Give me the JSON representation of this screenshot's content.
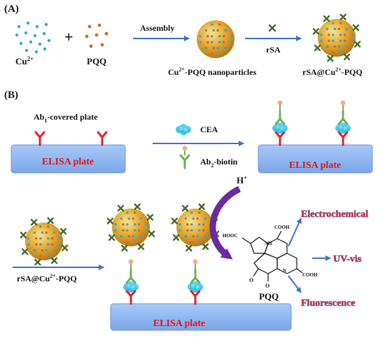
{
  "panel_a": {
    "label": "(A)",
    "cu_label": "Cu",
    "cu_sup": "2+",
    "plus": "+",
    "pqq_label": "PQQ",
    "assembly_label": "Assembly",
    "rsa_label": "rSA",
    "nanoparticle_label_pre": "Cu",
    "nanoparticle_label_sup": "2+",
    "nanoparticle_label_post": "-PQQ nanoparticles",
    "product_label_pre": "rSA@Cu",
    "product_label_sup": "2+",
    "product_label_post": "-PQQ"
  },
  "panel_b": {
    "label": "(B)",
    "plate_title_pre": "Ab",
    "plate_title_sub": "1",
    "plate_title_post": "-covered plate",
    "plate_label": "ELISA plate",
    "cea_label": "CEA",
    "ab2_label_pre": "Ab",
    "ab2_label_sub": "2",
    "ab2_label_post": "-biotin",
    "hplus_pre": "H",
    "hplus_sup": "+",
    "probe_label_pre": "rSA@Cu",
    "probe_label_sup": "2+",
    "probe_label_post": "-PQQ",
    "molecule": {
      "name": "PQQ",
      "hooc": "HOOC",
      "cooh_top": "COOH",
      "cooh_right": "COOH",
      "nh": "NH",
      "n": "N",
      "o1": "O",
      "o2": "O"
    },
    "outputs": [
      "Electrochemical",
      "UV-vis",
      "Fluorescence"
    ]
  },
  "colors": {
    "arrow_blue": "#3b6fd0",
    "plate_fill": "#8fb8f2",
    "plate_text": "#e8141b",
    "nanoparticle_gold": "#e3a82e",
    "cu_dot": "#36a7d6",
    "pqq_dot": "#d2692a",
    "rsa_green": "#3f6b2a",
    "antibody_red": "#e0212b",
    "antibody_green": "#6db05a",
    "cea_cyan": "#28c3ea",
    "biotin_peach": "#f2ad8c",
    "h_arrow_purple": "#6a2aa0",
    "output_text": "#d0303a"
  }
}
